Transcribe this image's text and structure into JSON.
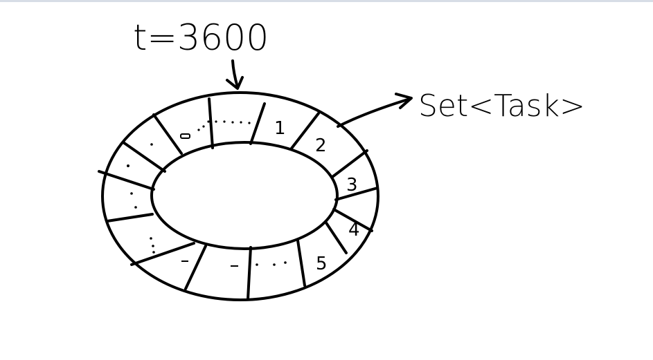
{
  "top_label": "t=3600",
  "side_label": "Set<Task>",
  "slot_labels": [
    "1",
    "2",
    "3",
    "4",
    "5"
  ],
  "ink_color": "#000000"
}
